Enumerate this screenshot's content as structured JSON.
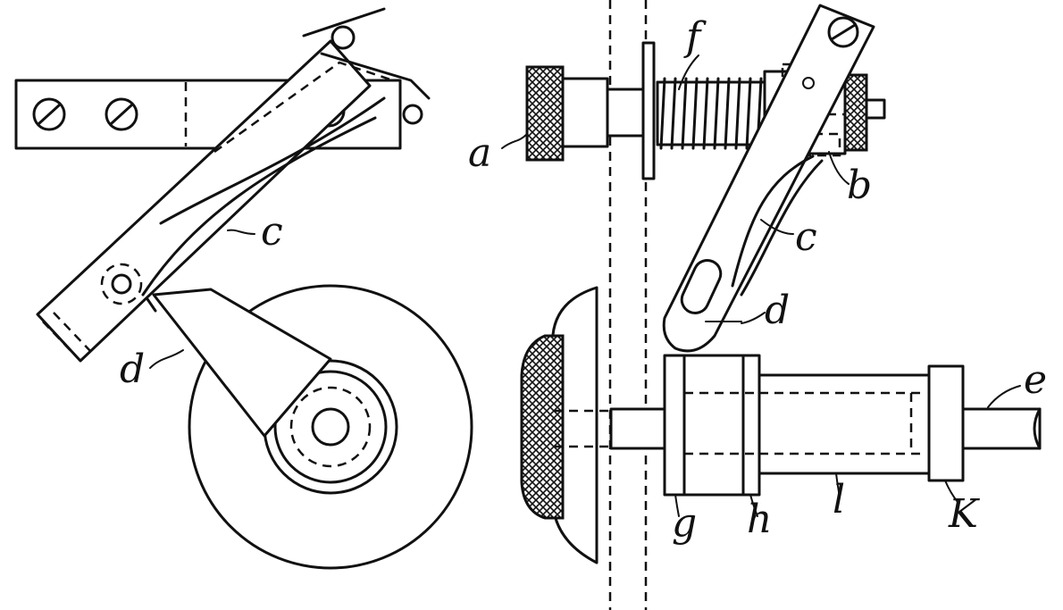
{
  "figure": {
    "labels": {
      "a": "a",
      "b": "b",
      "c_left": "c",
      "c_right": "c",
      "d_left": "d",
      "d_right": "d",
      "e": "e",
      "f": "f",
      "g": "g",
      "h": "h",
      "k": "K",
      "l": "l"
    }
  }
}
